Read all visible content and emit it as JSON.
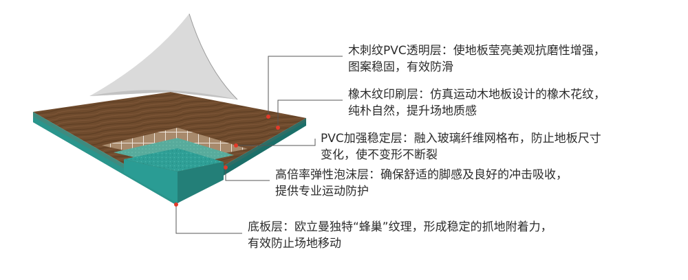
{
  "layers": [
    {
      "id": "wood-pvc-layer",
      "line1": "木刺纹PVC透明层：使地板莹亮美观抗磨性增强，",
      "line2": "图案稳固，有效防滑",
      "color": "#c8c8c8"
    },
    {
      "id": "oak-print-layer",
      "line1": "橡木纹印刷层：仿真运动木地板设计的橡木花纹，",
      "line2": "纯朴自然，提升场地质感",
      "color": "#6e4a2c"
    },
    {
      "id": "reinforced-layer",
      "line1": "PVC加强稳定层：融入玻璃纤维网格布，防止地板尺寸",
      "line2": "变化，使不变形不断裂",
      "color": "#a4856a"
    },
    {
      "id": "foam-layer",
      "line1": "高倍率弹性泡沫层：确保舒适的脚感及良好的冲击吸收，",
      "line2": "提供专业运动防护",
      "color": "#4aa69a"
    },
    {
      "id": "base-layer",
      "line1": "底板层：欧立曼独特“蜂巢”纹理，形成稳定的抓地附着力，",
      "line2": "有效防止场地移动",
      "color": "#2a9c94"
    }
  ],
  "colors": {
    "marker": "#e23a2a",
    "leader": "#555555"
  }
}
